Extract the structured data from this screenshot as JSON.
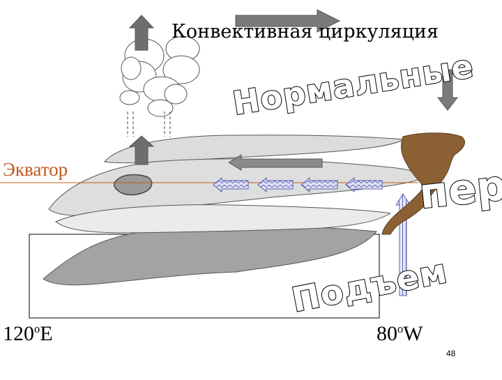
{
  "title": "Конвективная циркуляция",
  "equator_label": "Экватор",
  "lon_left": {
    "value": "120",
    "sup": "o",
    "unit": "E"
  },
  "lon_right": {
    "value": "80",
    "sup": "o",
    "unit": "W"
  },
  "word_normal": "Нормальные",
  "word_peru": "перу",
  "word_upwelling": "Подъем",
  "page_number": "48",
  "colors": {
    "equator_line": "#c0581f",
    "land": "#8b6134",
    "ocean_gray": "#a9a9a9",
    "arrow_gray": "#6e6e6e",
    "upwelling_arrow": "#8d93d6"
  },
  "icons": [
    "cloud-icon",
    "arrow-up-icon",
    "arrow-right-icon",
    "arrow-down-icon",
    "arrow-left-icon"
  ]
}
